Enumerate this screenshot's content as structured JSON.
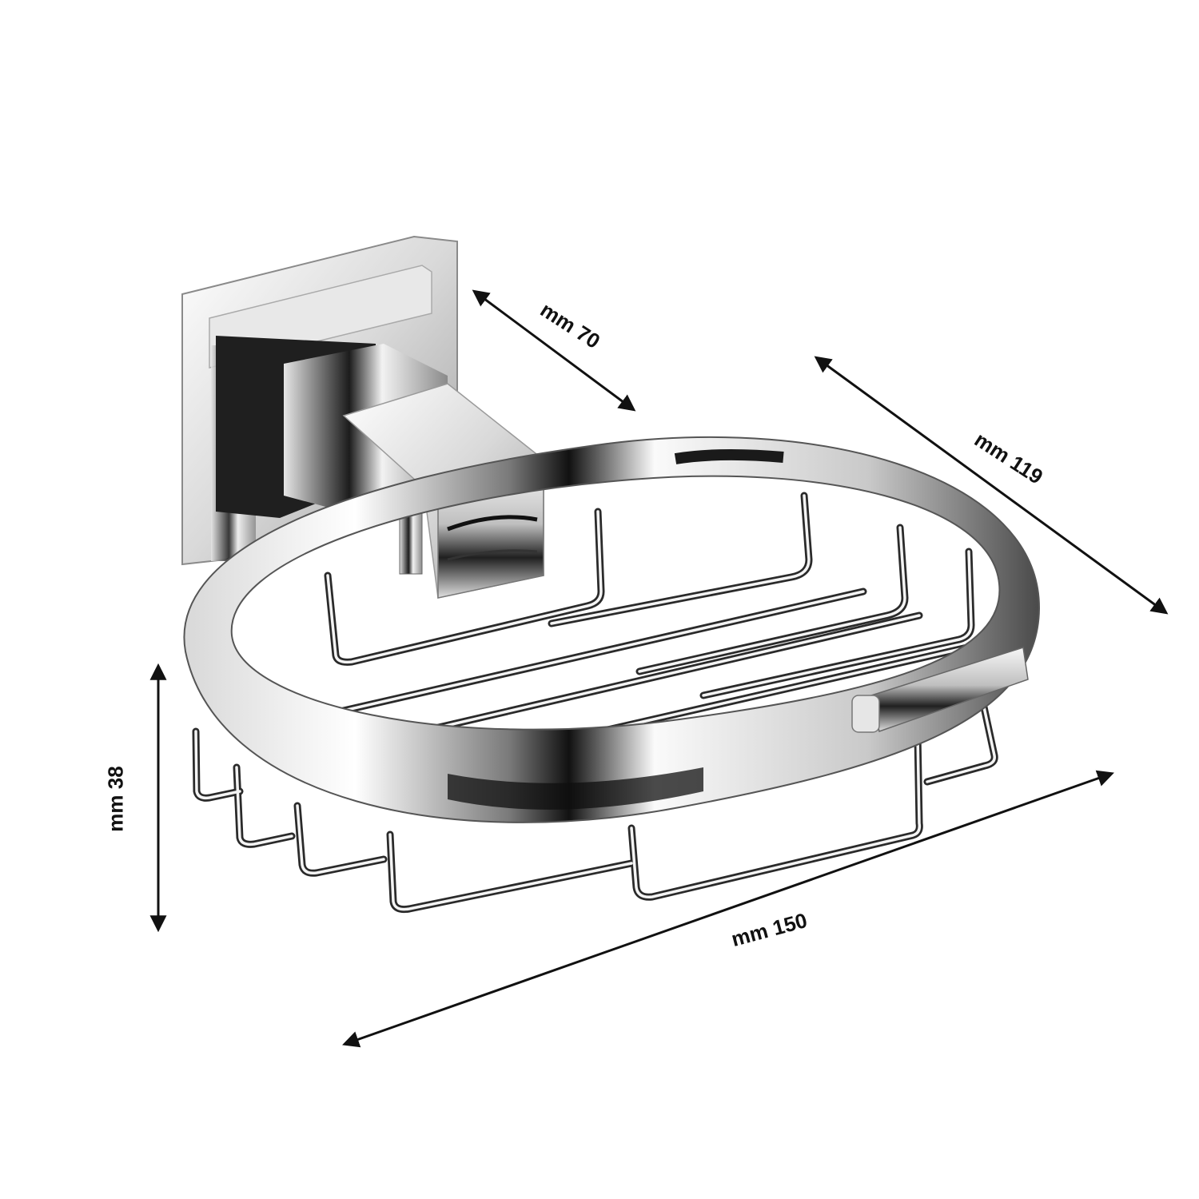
{
  "dimensions": {
    "depth": "mm 70",
    "width": "mm 119",
    "height": "mm 38",
    "length": "mm 150"
  },
  "colors": {
    "chrome_light": "#f4f4f4",
    "chrome_mid": "#bdbdbd",
    "chrome_dark": "#1a1a1a",
    "arrow": "#111111"
  }
}
